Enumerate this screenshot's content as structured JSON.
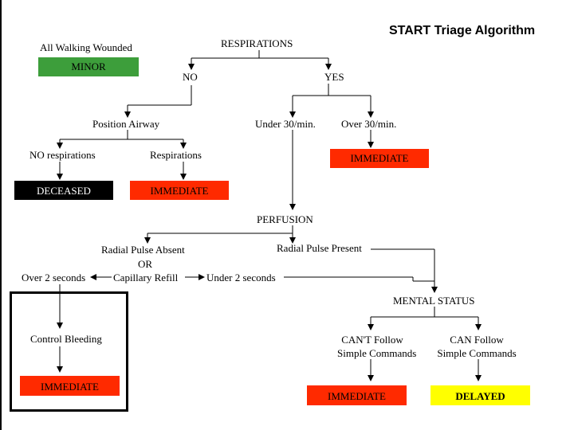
{
  "title": "START Triage Algorithm",
  "nodes": {
    "all_walking_wounded": "All Walking Wounded",
    "minor": "MINOR",
    "respirations": "RESPIRATIONS",
    "no": "NO",
    "yes": "YES",
    "position_airway": "Position Airway",
    "under_30": "Under 30/min.",
    "over_30": "Over 30/min.",
    "no_respirations": "NO respirations",
    "respirations_lower": "Respirations",
    "immediate_over_30": "IMMEDIATE",
    "deceased": "DECEASED",
    "immediate_resp": "IMMEDIATE",
    "perfusion": "PERFUSION",
    "radial_pulse_absent": "Radial Pulse Absent",
    "or": "OR",
    "radial_pulse_present": "Radial Pulse Present",
    "over_2_seconds": "Over 2 seconds",
    "capillary_refill": "Capillary Refill",
    "under_2_seconds": "Under 2 seconds",
    "mental_status": "MENTAL STATUS",
    "control_bleeding": "Control Bleeding",
    "cant_follow_line1": "CAN'T Follow",
    "cant_follow_line2": "Simple Commands",
    "can_follow_line1": "CAN Follow",
    "can_follow_line2": "Simple Commands",
    "immediate_bleeding": "IMMEDIATE",
    "immediate_mental": "IMMEDIATE",
    "delayed": "DELAYED"
  },
  "colors": {
    "minor": "#3d9e3b",
    "immediate": "#ff2a00",
    "deceased": "#000000",
    "delayed": "#ffff00"
  }
}
